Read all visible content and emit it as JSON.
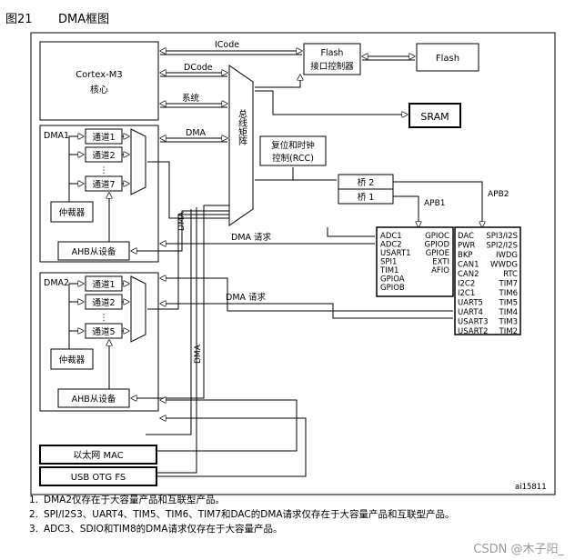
{
  "figure": {
    "number": "图21",
    "title": "DMA框图"
  },
  "blocks": {
    "cortex": [
      "Cortex-M3",
      "核心"
    ],
    "flash_ctrl": [
      "Flash",
      "接口控制器"
    ],
    "flash": "Flash",
    "sram": "SRAM",
    "rcc": [
      "复位和时钟",
      "控制(RCC)"
    ],
    "bus_matrix": "总线矩阵",
    "bridge2": "桥 2",
    "bridge1": "桥 1",
    "eth": "以太网 MAC",
    "usb": "USB OTG FS"
  },
  "bus_labels": {
    "icode": "ICode",
    "dcode": "DCode",
    "system": "系统",
    "dma": "DMA",
    "apb1": "APB1",
    "apb2": "APB2",
    "dma_vertical": "DMA",
    "dma_request": "DMA 请求"
  },
  "dma1": {
    "title": "DMA1",
    "channels": [
      "通道1",
      "通道2",
      "通道7"
    ],
    "arbiter": "仲裁器",
    "ahb_slave": "AHB从设备"
  },
  "dma2": {
    "title": "DMA2",
    "channels": [
      "通道1",
      "通道2",
      "通道5"
    ],
    "arbiter": "仲裁器",
    "ahb_slave": "AHB从设备"
  },
  "apb1_peripherals": {
    "left": [
      "ADC1",
      "ADC2",
      "USART1",
      "SPI1",
      "TIM1",
      "GPIOA",
      "GPIOB"
    ],
    "right": [
      "GPIOC",
      "GPIOD",
      "GPIOE",
      "EXTI",
      "AFIO"
    ]
  },
  "apb2_peripherals": {
    "left": [
      "DAC",
      "PWR",
      "BKP",
      "CAN1",
      "CAN2",
      "I2C2",
      "I2C1",
      "UART5",
      "UART4",
      "USART3",
      "USART2"
    ],
    "right": [
      "SPI3/I2S",
      "SPI2/I2S",
      "IWDG",
      "WWDG",
      "RTC",
      "TIM7",
      "TIM6",
      "TIM5",
      "TIM4",
      "TIM3",
      "TIM2"
    ]
  },
  "figure_id": "ai15811",
  "footnotes": [
    {
      "num": "1.",
      "text": "DMA2仅存在于大容量产品和互联型产品。"
    },
    {
      "num": "2.",
      "text": "SPI/I2S3、UART4、TIM5、TIM6、TIM7和DAC的DMA请求仅存在于大容量产品和互联型产品。"
    },
    {
      "num": "3.",
      "text": "ADC3、SDIO和TIM8的DMA请求仅存在于大容量产品。"
    }
  ],
  "watermark": "CSDN @木子阳_"
}
